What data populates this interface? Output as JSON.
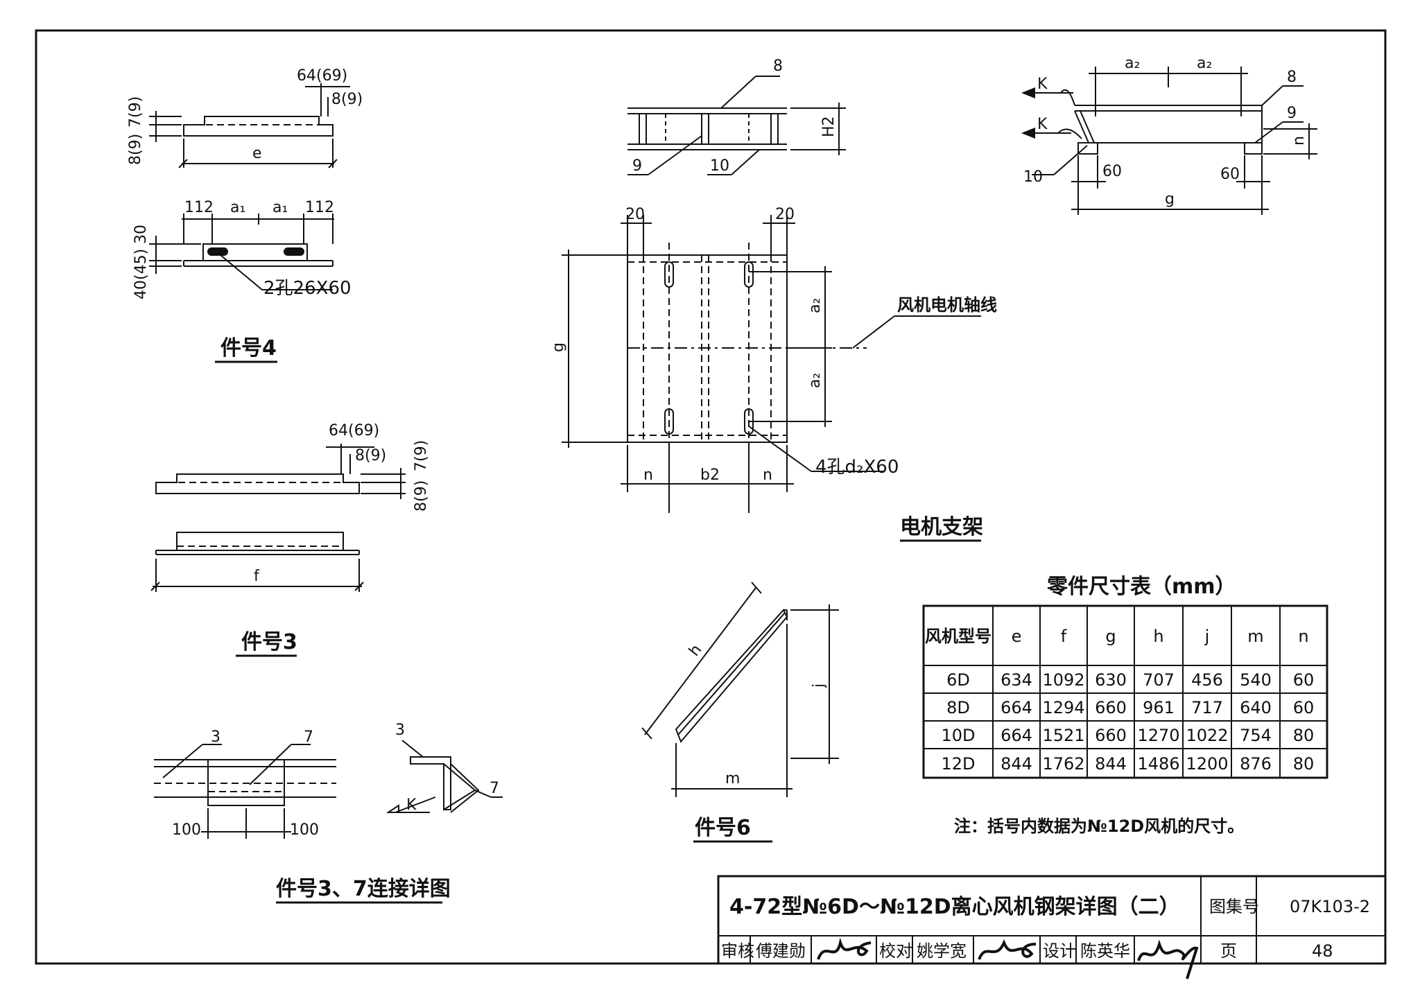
{
  "parts": {
    "p4": {
      "title": "件号4",
      "d_top": "64(69)",
      "d_side": "8(9)",
      "d_left1": "8(9)",
      "d_left2": "7(9)",
      "d_e": "e",
      "d_112a": "112",
      "d_a1a": "a₁",
      "d_a1b": "a₁",
      "d_112b": "112",
      "d_30": "30",
      "d_40": "40(45)",
      "holes": "2孔26X60"
    },
    "p3": {
      "title": "件号3",
      "d_top": "64(69)",
      "d_side": "8(9)",
      "d_r1": "8(9)",
      "d_r2": "7(9)",
      "d_f": "f"
    },
    "p37": {
      "title": "件号3、7连接详图",
      "n3a": "3",
      "n7a": "7",
      "n3b": "3",
      "n7b": "7",
      "d100a": "100",
      "d100b": "100",
      "k": "K"
    },
    "motor": {
      "title": "电机支架",
      "n8": "8",
      "n9": "9",
      "n10": "10",
      "h2": "H2",
      "d20a": "20",
      "d20b": "20",
      "g": "g",
      "a2a": "a₂",
      "a2b": "a₂",
      "n_a": "n",
      "b2": "b2",
      "n_b": "n",
      "holes": "4孔d₂X60",
      "axis": "风机电机轴线"
    },
    "side": {
      "a2a": "a₂",
      "a2b": "a₂",
      "n8": "8",
      "n9": "9",
      "n10": "10",
      "k1": "K",
      "k2": "K",
      "d60a": "60",
      "d60b": "60",
      "g": "g",
      "n": "n"
    },
    "p6": {
      "title": "件号6",
      "h": "h",
      "j": "j",
      "m": "m"
    }
  },
  "table": {
    "title": "零件尺寸表（mm）",
    "headers": [
      "风机型号",
      "e",
      "f",
      "g",
      "h",
      "j",
      "m",
      "n"
    ],
    "rows": [
      [
        "6D",
        "634",
        "1092",
        "630",
        "707",
        "456",
        "540",
        "60"
      ],
      [
        "8D",
        "664",
        "1294",
        "660",
        "961",
        "717",
        "640",
        "60"
      ],
      [
        "10D",
        "664",
        "1521",
        "660",
        "1270",
        "1022",
        "754",
        "80"
      ],
      [
        "12D",
        "844",
        "1762",
        "844",
        "1486",
        "1200",
        "876",
        "80"
      ]
    ],
    "note": "注：括号内数据为№12D风机的尺寸。"
  },
  "titleblock": {
    "title": "4-72型№6D～№12D离心风机钢架详图（二）",
    "atlas_label": "图集号",
    "atlas_no": "07K103-2",
    "review": "审核",
    "reviewer": "傅建勋",
    "check": "校对",
    "checker": "姚学宽",
    "design": "设计",
    "designer": "陈英华",
    "page_label": "页",
    "page_no": "48"
  }
}
